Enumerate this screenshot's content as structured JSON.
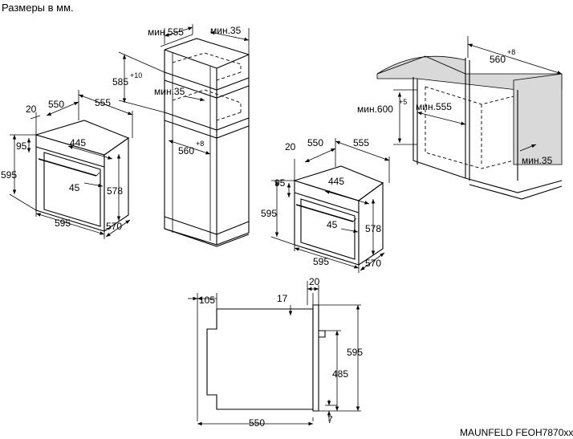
{
  "header": {
    "note": "Размеры в мм."
  },
  "footer": {
    "model": "MAUNFELD FEOH7870xx"
  },
  "view_column": {
    "width_min": "мин.555",
    "depth_min": "мин.35",
    "opening_height": "585",
    "opening_height_tol": "+10",
    "gap_min": "мин.35",
    "opening_width": "560",
    "opening_width_tol": "+8"
  },
  "oven_left": {
    "top_offset": "20",
    "depth": "550",
    "depth_total": "555",
    "front": "95",
    "height": "595",
    "cavity_width": "445",
    "handle_offset": "45",
    "cavity_height": "578",
    "width": "595",
    "side_depth": "570"
  },
  "oven_right": {
    "top_offset": "20",
    "depth": "550",
    "depth_total": "555",
    "front": "95",
    "height": "595",
    "cavity_width": "445",
    "handle_offset": "45",
    "cavity_height": "578",
    "width": "595",
    "side_depth": "570"
  },
  "view_under_counter": {
    "opening_width": "560",
    "opening_width_tol": "+8",
    "height_min": "мин.600",
    "height_min_tol": "+5",
    "depth_min": "мин.555",
    "gap_min": "мин.35"
  },
  "view_side": {
    "rear_offset": "105",
    "door_offset": "20",
    "panel_offset": "17",
    "total_height": "595",
    "inner_height": "485",
    "body_depth": "550",
    "bottom_offset": "7"
  }
}
